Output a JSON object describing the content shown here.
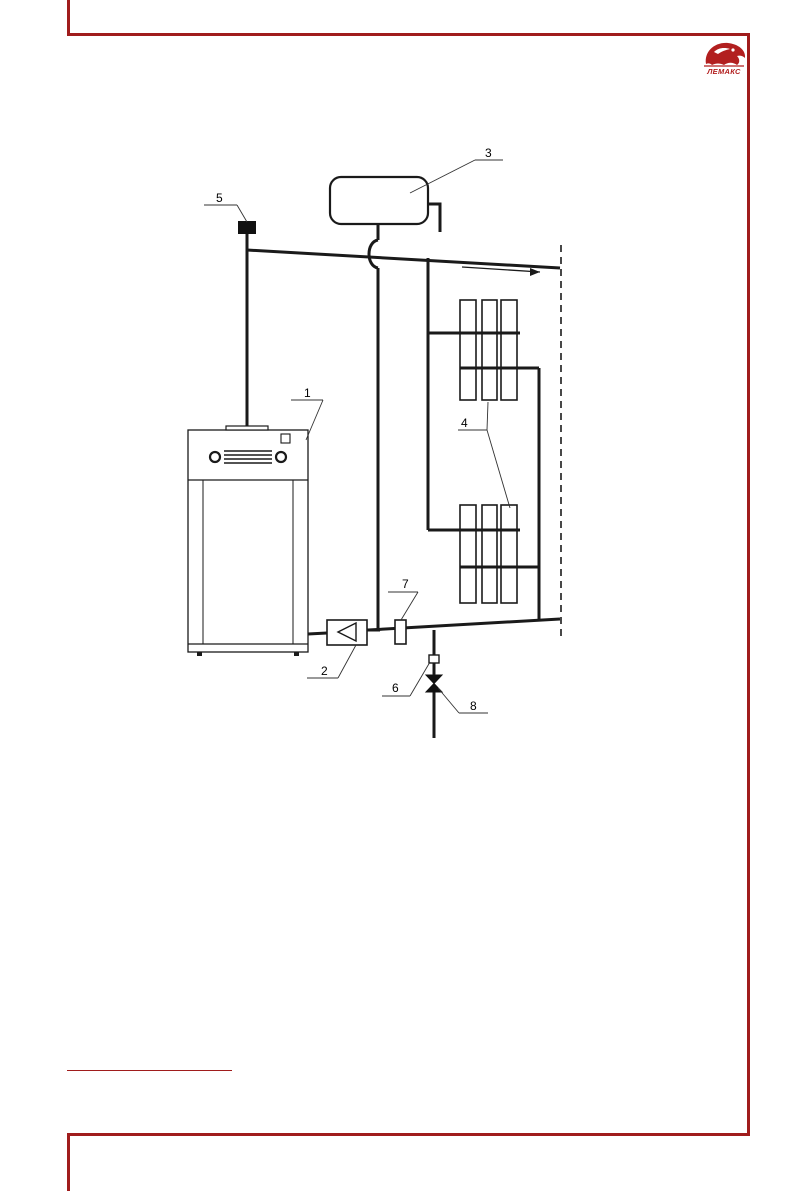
{
  "brand": {
    "name": "ЛЕМАКС",
    "color": "#a01c1c"
  },
  "diagram": {
    "labels": {
      "boiler": "1",
      "pump": "2",
      "expansion_tank": "3",
      "radiators": "4",
      "thermometer": "5",
      "sensor": "6",
      "filter": "7",
      "valve": "8"
    }
  }
}
